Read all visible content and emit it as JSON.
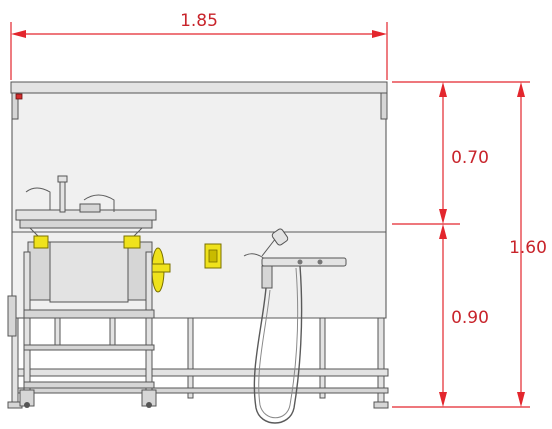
{
  "dimensions": {
    "width_label": "1.85",
    "upper_height_label": "0.70",
    "lower_height_label": "0.90",
    "total_height_label": "1.60"
  },
  "colors": {
    "dimension": "#e3262d",
    "indicator": "#d32f2f",
    "accent_parts": "#efe21c"
  },
  "icons": {
    "indicator_light": "indicator-light-icon"
  }
}
